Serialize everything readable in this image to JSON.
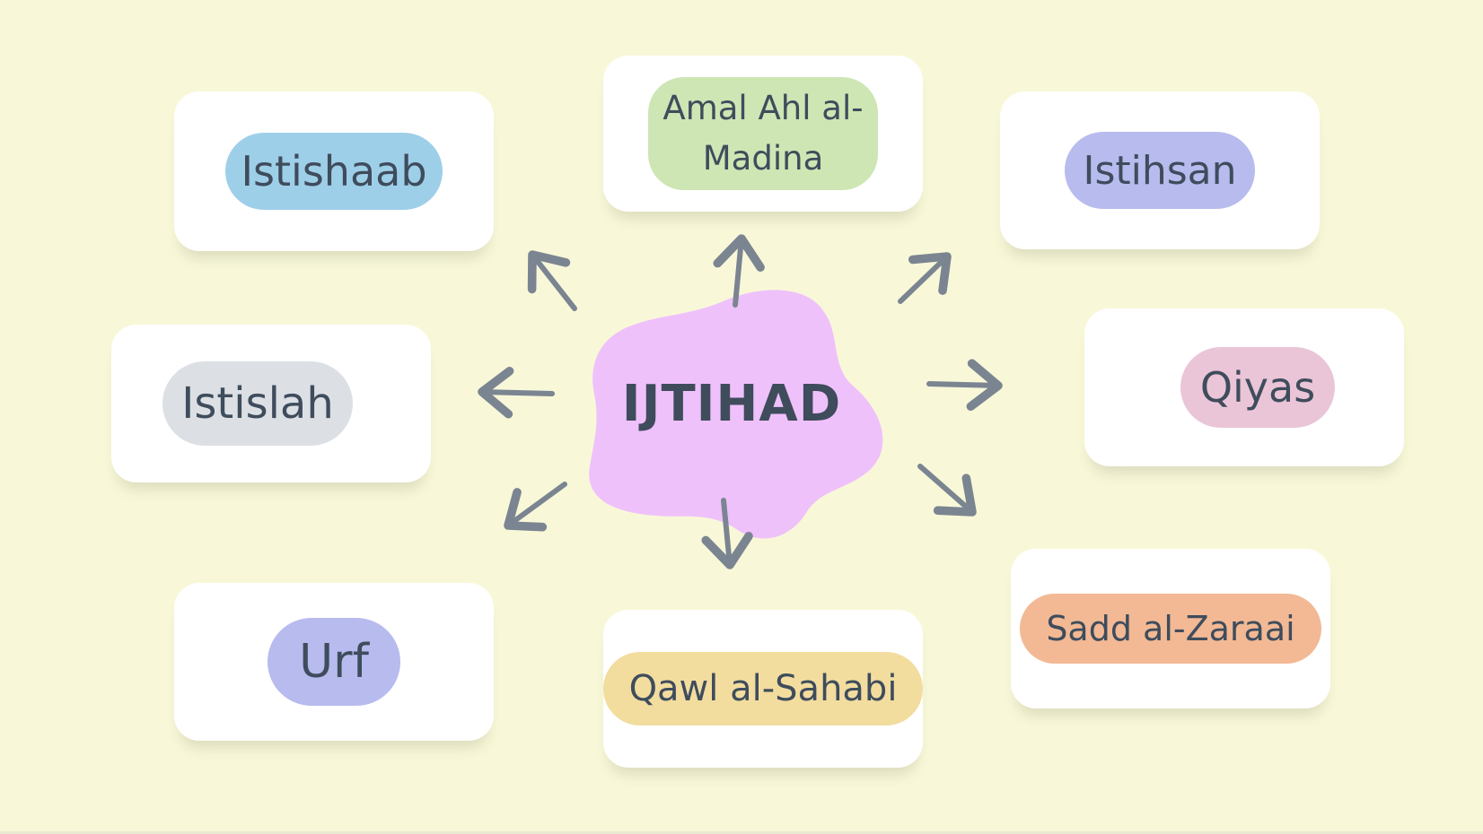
{
  "diagram": {
    "center": {
      "label": "IJTIHAD",
      "color": "#efc1fb"
    },
    "nodes": [
      {
        "id": "istishaab",
        "label": "Istishaab",
        "color": "#9ecfe9"
      },
      {
        "id": "amal",
        "label": "Amal Ahl al-\nMadina",
        "color": "#cde6b4"
      },
      {
        "id": "istihsan",
        "label": "Istihsan",
        "color": "#b7bbee"
      },
      {
        "id": "istislah",
        "label": "Istislah",
        "color": "#dce0e5"
      },
      {
        "id": "qiyas",
        "label": "Qiyas",
        "color": "#eac5d7"
      },
      {
        "id": "urf",
        "label": "Urf",
        "color": "#b7bbee"
      },
      {
        "id": "qawl",
        "label": "Qawl al-Sahabi",
        "color": "#f2dd9f"
      },
      {
        "id": "sadd",
        "label": "Sadd al-Zaraai",
        "color": "#f2b994"
      }
    ],
    "arrow_color": "#7b8591"
  }
}
